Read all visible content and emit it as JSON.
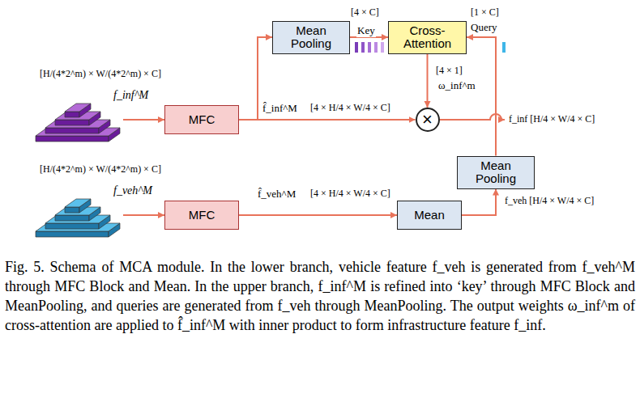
{
  "diagram": {
    "caption": "Fig. 5. Schema of MCA module. In the lower branch, vehicle feature f_veh is generated from f_veh^M through MFC Block and Mean. In the upper branch, f_inf^M is refined into ‘key’ through MFC Block and MeanPooling, and queries are generated from f_veh through MeanPooling. The output weights ω_inf^m of cross-attention are applied to f̂_inf^M with inner product to form infrastructure feature f_inf.",
    "nodes": [
      {
        "text": [
          "Mean Pooling"
        ]
      },
      {
        "text": [
          "Cross-Attention"
        ]
      },
      {
        "text": [
          "f_inf^M"
        ]
      },
      {
        "text": [
          "MFC"
        ]
      },
      {
        "text": [
          "×"
        ]
      },
      {
        "text": [
          "f_veh^M"
        ]
      },
      {
        "text": [
          "MFC"
        ]
      },
      {
        "text": [
          "Mean"
        ]
      },
      {
        "text": [
          "Mean Pooling"
        ]
      }
    ],
    "edges": [
      {
        "from": 2,
        "to": 3,
        "arrow": "to"
      },
      {
        "from": 3,
        "to": 0,
        "arrow": "to"
      },
      {
        "from": 0,
        "to": 1,
        "label": "Key",
        "arrow": "to"
      },
      {
        "from": 1,
        "to": 4,
        "label": "ω_inf^m",
        "arrow": "to"
      },
      {
        "from": 3,
        "to": 4,
        "label": "f̂_inf^M",
        "arrow": "to"
      },
      {
        "from": 5,
        "to": 6,
        "arrow": "to"
      },
      {
        "from": 6,
        "to": 7,
        "label": "f̂_veh^M",
        "arrow": "to"
      },
      {
        "from": 7,
        "to": 8,
        "arrow": "to"
      },
      {
        "from": 8,
        "to": 1,
        "label": "Query",
        "arrow": "to"
      }
    ],
    "labels": [
      "[H/(4*2^m) × W/(4*2^m) × C]",
      "[H/(4*2^m) × W/(4*2^m) × C]",
      "[4 × C]",
      "[4 × 1]",
      "[4 × H/4 × W/4 × C]",
      "f_inf [H/4 × W/4 × C]",
      "[4 × H/4 × W/4 × C]",
      "f_veh [H/4 × W/4 × C]",
      "[1 × C]"
    ]
  }
}
